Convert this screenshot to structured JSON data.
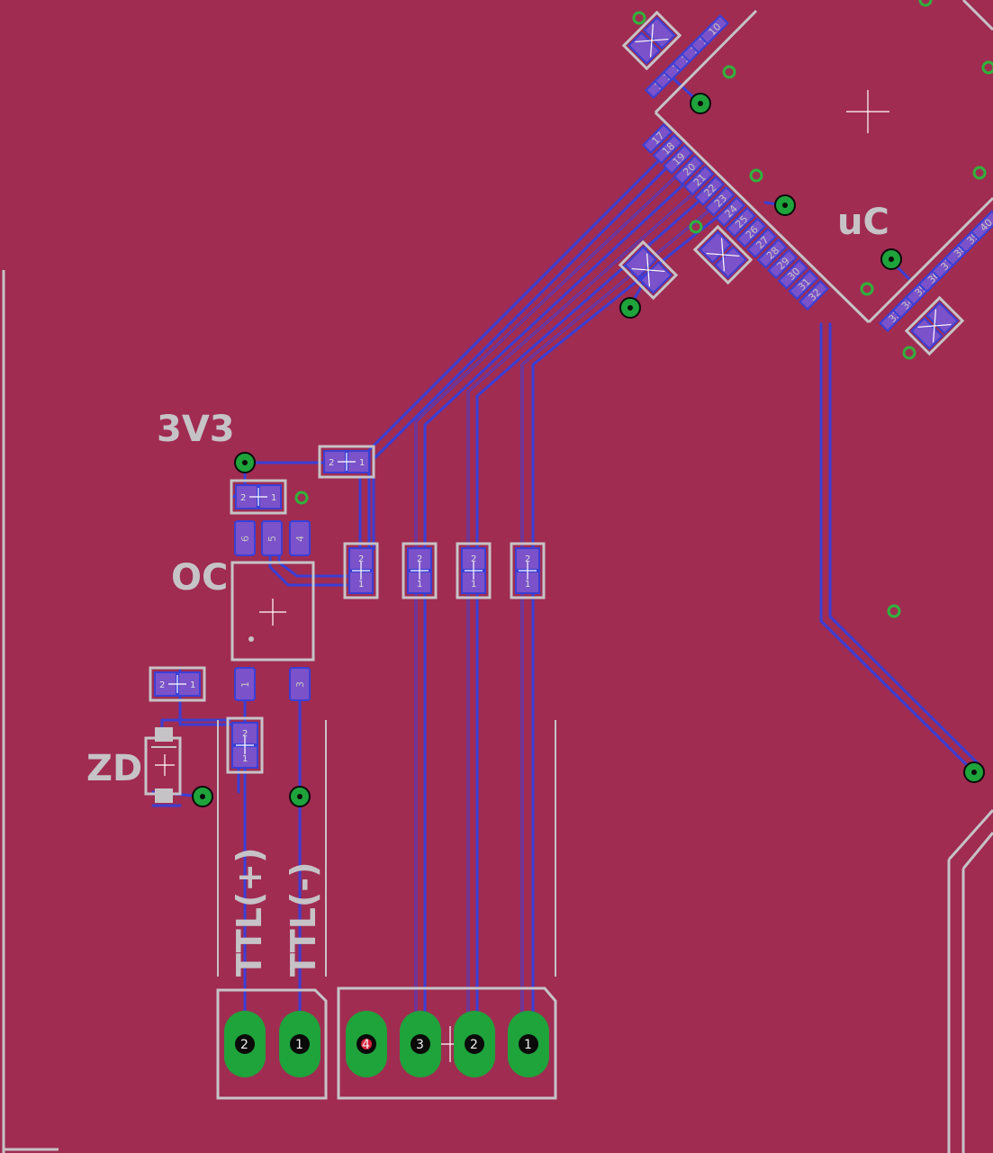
{
  "board": {
    "background_color": "#a02c52",
    "trace_color": "#3a3fd6",
    "silkscreen_color": "#c6c3c6",
    "via_color": "#1fa33b"
  },
  "labels": {
    "regulator": "3V3",
    "optocoupler": "OC",
    "zener": "ZD",
    "microcontroller": "uC",
    "ttl_plus": "TTL(+)",
    "ttl_minus": "TTL(-)"
  },
  "oc_pins": [
    "6",
    "5",
    "4",
    "1",
    "3"
  ],
  "uc_pins_left": [
    "16",
    "15",
    "14",
    "13",
    "12",
    "11",
    "10"
  ],
  "uc_pins_bottom_left": [
    "17",
    "18",
    "19",
    "20",
    "21",
    "22",
    "23",
    "24",
    "25",
    "26",
    "27",
    "28",
    "29",
    "30",
    "31",
    "32"
  ],
  "uc_pins_bottom_right": [
    "33",
    "34",
    "35",
    "36",
    "37",
    "38",
    "39",
    "40"
  ],
  "connector_small": [
    "2",
    "1"
  ],
  "connector_large": [
    "4",
    "3",
    "2",
    "1"
  ],
  "smd_pad_numbers": {
    "a": "2",
    "b": "1"
  }
}
